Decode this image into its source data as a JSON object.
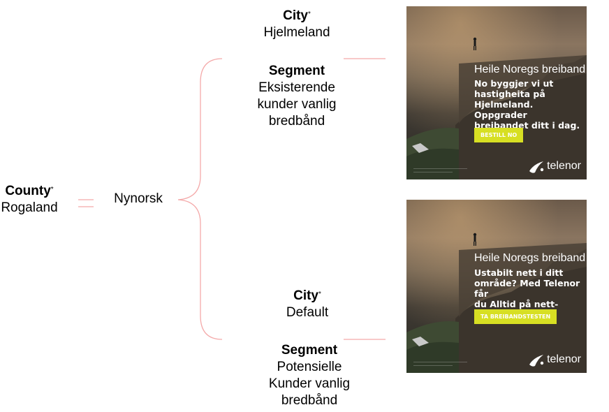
{
  "county": {
    "label": "County",
    "marker": "*",
    "value": "Rogaland"
  },
  "language": {
    "value": "Nynorsk"
  },
  "branch_top": {
    "city": {
      "label": "City",
      "marker": "*",
      "value": "Hjelmeland"
    },
    "segment": {
      "label": "Segment",
      "line1": "Eksisterende",
      "line2": "kunder vanlig",
      "line3": "bredbånd"
    }
  },
  "branch_bottom": {
    "city": {
      "label": "City",
      "marker": "*",
      "value": "Default"
    },
    "segment": {
      "label": "Segment",
      "line1": "Potensielle",
      "line2": "Kunder vanlig",
      "line3": "bredbånd"
    }
  },
  "ad_top": {
    "headline": "Heile Noregs breiband",
    "body_line1": "No byggjer vi ut",
    "body_line2": "hastigheita på",
    "body_line3": "Hjelmeland. Oppgrader",
    "body_line4": "breibandet ditt i dag.",
    "cta": "BESTILL NO",
    "brand": "telenor"
  },
  "ad_bottom": {
    "headline": "Heile Noregs breiband",
    "body_line1": "Ustabilt nett i ditt",
    "body_line2": "område? Med Telenor får",
    "body_line3": "du Alltid på nett-garanti.",
    "cta": "TA BREIBANDSTESTEN",
    "brand": "telenor"
  },
  "colors": {
    "connector": "#f4a9a9",
    "cta": "#d7df23"
  }
}
